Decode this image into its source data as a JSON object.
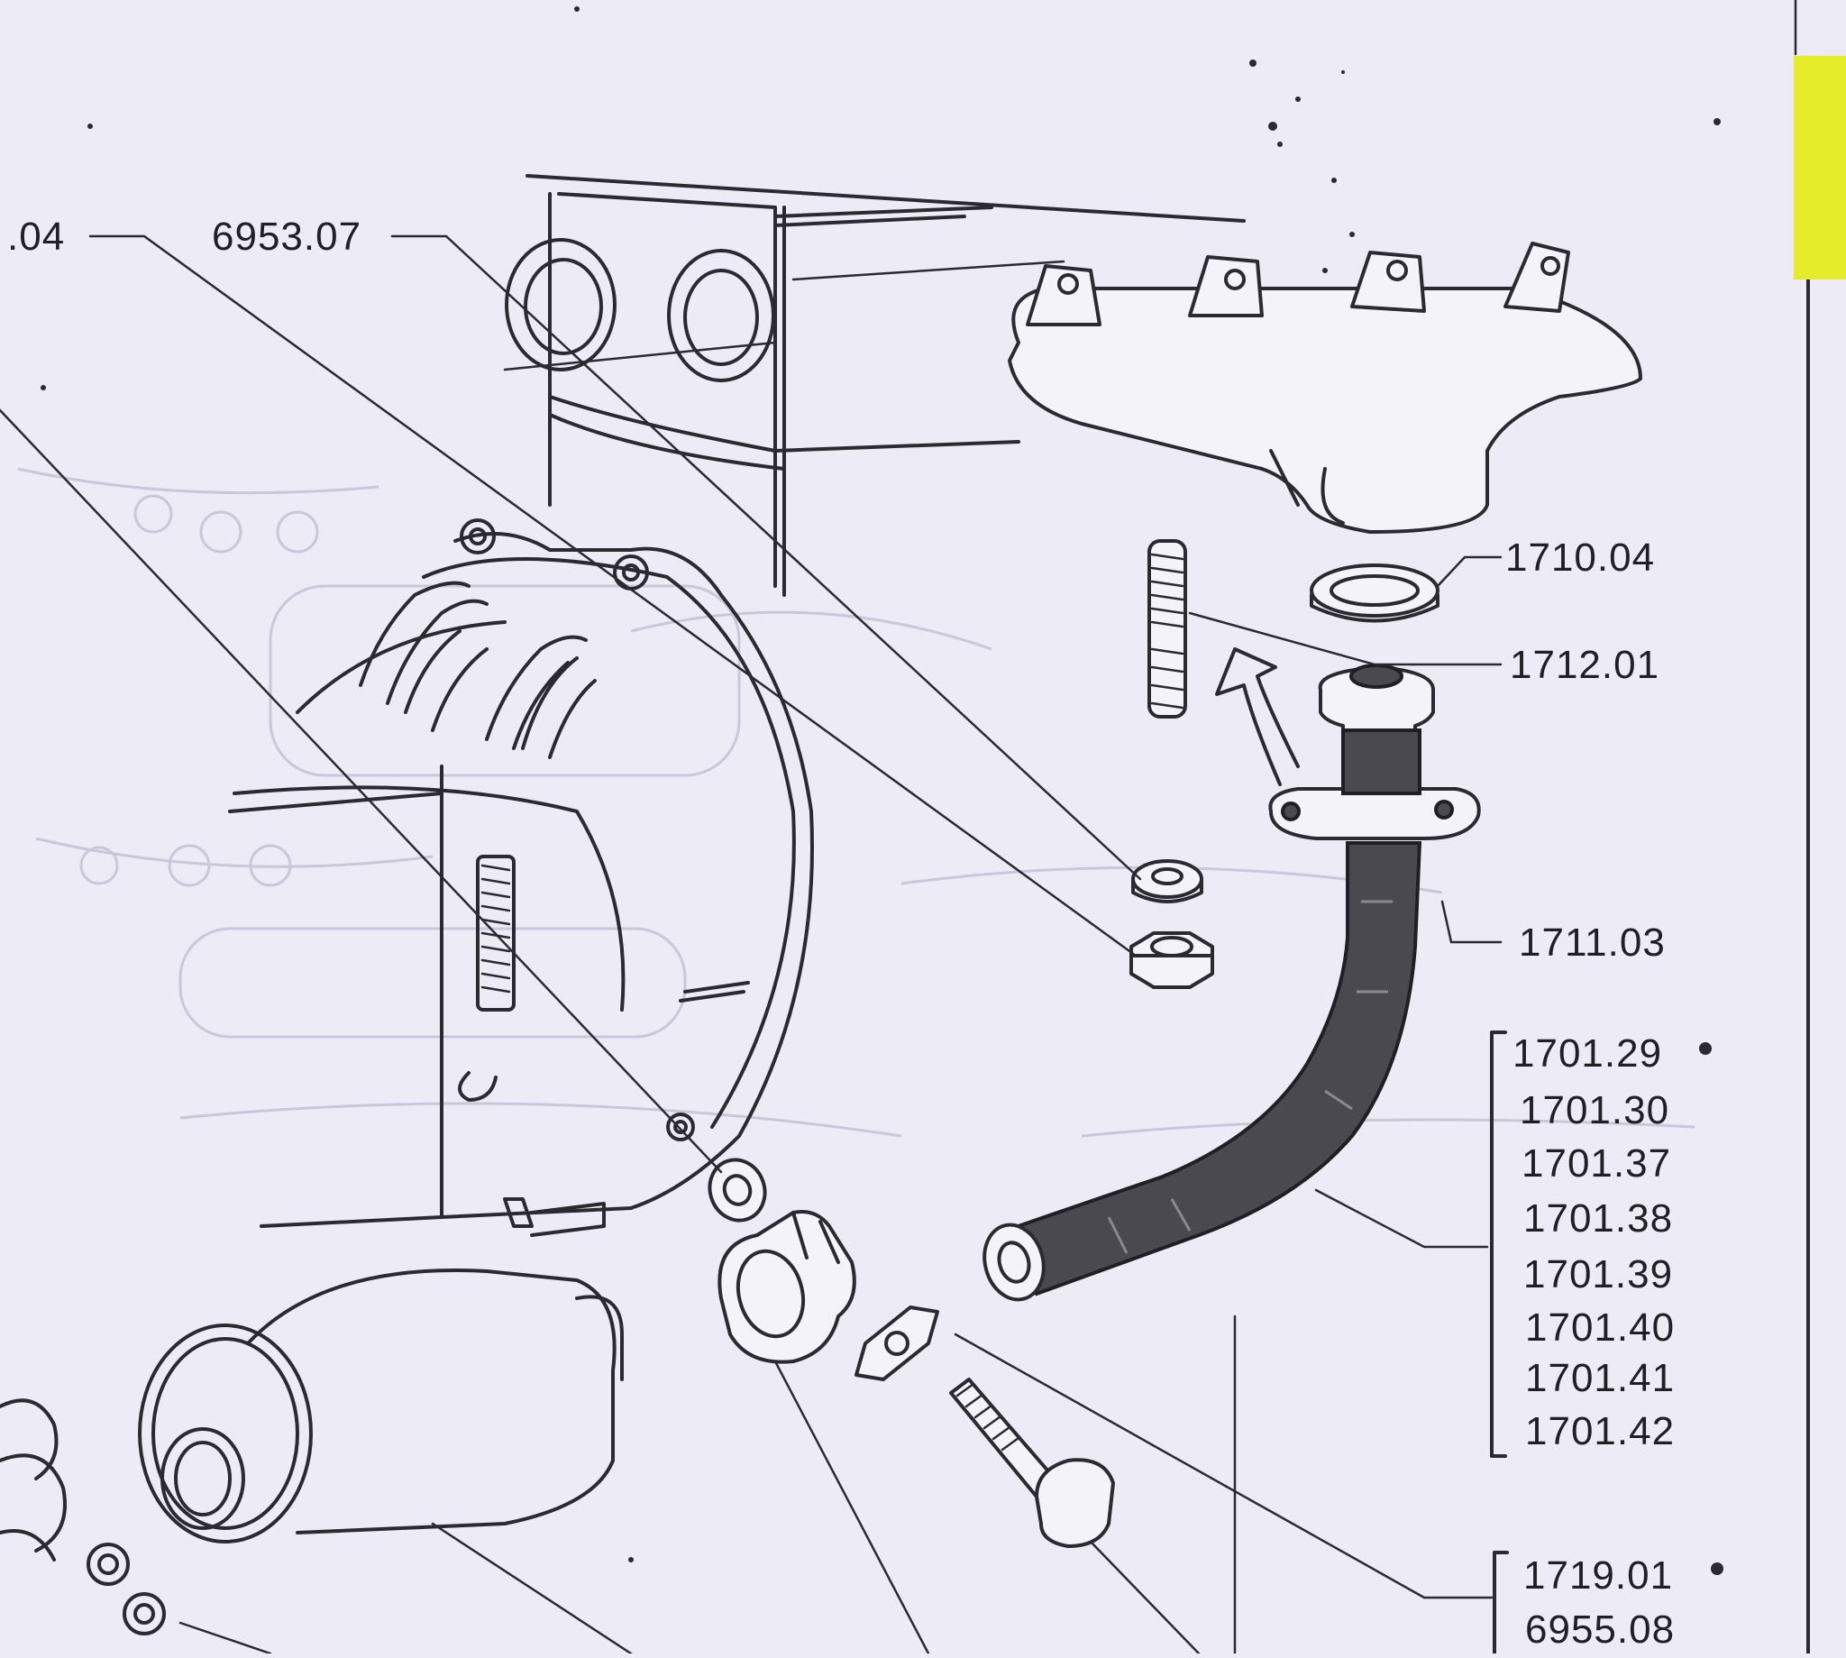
{
  "labels": {
    "l_0404": ".04",
    "l_695307": "6953.07",
    "l_171004": "1710.04",
    "l_171201": "1712.01",
    "l_171103": "1711.03",
    "group_pipe": [
      "1701.29",
      "1701.30",
      "1701.37",
      "1701.38",
      "1701.39",
      "1701.40",
      "1701.41",
      "1701.42"
    ],
    "group_bolt": [
      "1719.01",
      "6955.08"
    ]
  },
  "colors": {
    "paper": "#ecebf6",
    "ink": "#2a2a30",
    "highlight": "#e5ec2a"
  }
}
